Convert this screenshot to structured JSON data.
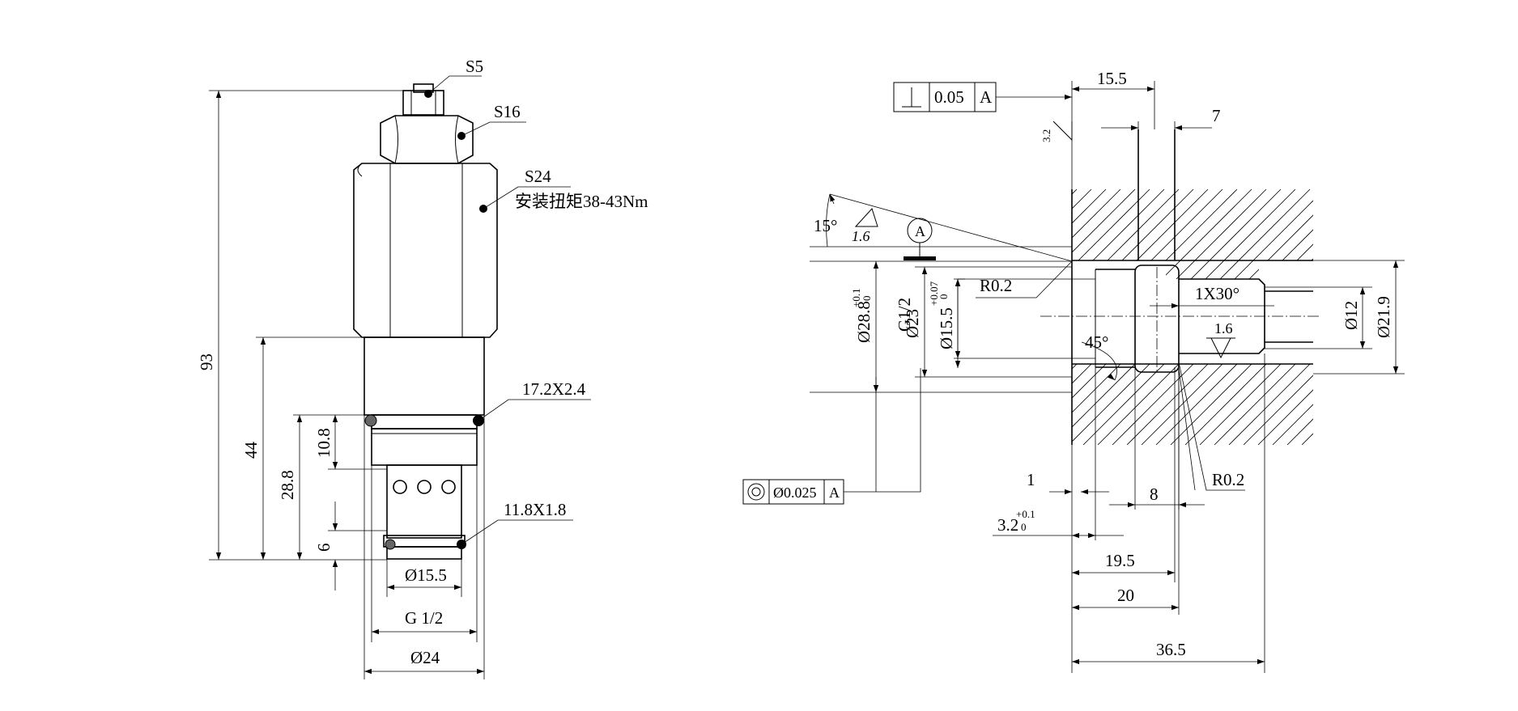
{
  "left_view": {
    "callouts": {
      "s5": "S5",
      "s16": "S16",
      "s24": "S24",
      "torque": "安装扭矩38-43Nm",
      "oring_large": "17.2X2.4",
      "oring_small": "11.8X1.8"
    },
    "dimensions": {
      "total_length": "93",
      "length_44": "44",
      "length_28_8": "28.8",
      "length_10_8": "10.8",
      "length_6": "6",
      "dia_15_5": "Ø15.5",
      "thread": "G 1/2",
      "dia_24": "Ø24"
    }
  },
  "right_view": {
    "perpendicularity": {
      "tolerance": "0.05",
      "datum": "A"
    },
    "concentricity": {
      "tolerance": "Ø0.025",
      "datum": "A"
    },
    "datum_label": "A",
    "roughness": {
      "top": "3.2",
      "left": "1.6",
      "bore": "1.6"
    },
    "angles": {
      "chamfer_15": "15°",
      "cone_45": "45°",
      "edge_chamfer": "1X30°"
    },
    "radii": {
      "r_left": "R0.2",
      "r_bottom": "R0.2"
    },
    "diameters": {
      "d28_8": "Ø28.8",
      "d23": "Ø23",
      "d23_tol_upper": "+0.1",
      "d23_tol_lower": "0",
      "thread": "G1/2",
      "d15_5": "Ø15.5",
      "d15_5_tol_upper": "+0.07",
      "d15_5_tol_lower": "0",
      "d12": "Ø12",
      "d21_9": "Ø21.9"
    },
    "lengths": {
      "l15_5": "15.5",
      "l7": "7",
      "l1": "1",
      "l8": "8",
      "l3_2": "3.2",
      "l3_2_tol_upper": "+0.1",
      "l3_2_tol_lower": "0",
      "l19_5": "19.5",
      "l20": "20",
      "l36_5": "36.5"
    }
  }
}
